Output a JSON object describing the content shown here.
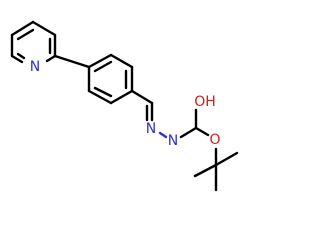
{
  "molecule": {
    "atom_labels": {
      "pyridine_n": "N",
      "imine_n": "N",
      "hydrazide_n": "N",
      "hydroxyl": "OH",
      "ester_o": "O"
    },
    "colors": {
      "bond": "#000000",
      "nitrogen": "#2f2fd0",
      "oxygen": "#cc1f1f",
      "background": "#ffffff"
    }
  }
}
